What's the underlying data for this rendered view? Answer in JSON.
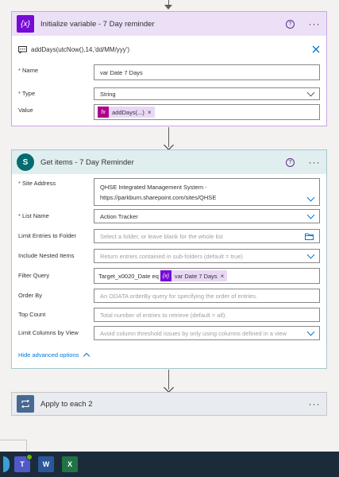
{
  "init_card": {
    "title": "Initialize variable - 7 Day reminder",
    "expression": "addDays(utcNow(),14,'dd/MM/yyy')",
    "fields": {
      "name_label": "Name",
      "name_value": "var Date 7 Days",
      "type_label": "Type",
      "type_value": "String",
      "value_label": "Value",
      "value_token": "addDays(...)"
    }
  },
  "get_items_card": {
    "title": "Get items - 7 Day Reminder",
    "site_address_label": "Site Address",
    "site_address_line1": "QHSE Integrated Management System -",
    "site_address_line2": "https://parkburn.sharepoint.com/sites/QHSE",
    "list_name_label": "List Name",
    "list_name_value": "Action Tracker",
    "limit_folder_label": "Limit Entries to Folder",
    "limit_folder_placeholder": "Select a folder, or leave blank for the whole list",
    "nested_label": "Include Nested Items",
    "nested_placeholder": "Return entries contained in sub-folders (default = true)",
    "filter_label": "Filter Query",
    "filter_text": "Target_x0020_Date eq",
    "filter_token": "var Date 7 Days",
    "order_label": "Order By",
    "order_placeholder": "An ODATA orderBy query for specifying the order of entries.",
    "top_label": "Top Count",
    "top_placeholder": "Total number of entries to retrieve (default = all).",
    "columns_label": "Limit Columns by View",
    "columns_placeholder": "Avoid column threshold issues by only using columns defined in a view",
    "hide_advanced": "Hide advanced options"
  },
  "apply_card": {
    "title": "Apply to each 2"
  },
  "icons": {
    "variable_icon": "{x}",
    "sharepoint_icon": "S",
    "function_icon": "fx",
    "teams_icon": "T",
    "word_icon": "W",
    "excel_icon": "X"
  },
  "colors": {
    "variable_purple": "#770bd6",
    "variable_header_bg": "#ece0f7",
    "sharepoint_teal": "#036c70",
    "sharepoint_header_bg": "#e0eef0",
    "apply_header_bg": "#e8ebef",
    "apply_icon": "#486991",
    "link_blue": "#0078d4",
    "token_fx": "#ad008c"
  }
}
